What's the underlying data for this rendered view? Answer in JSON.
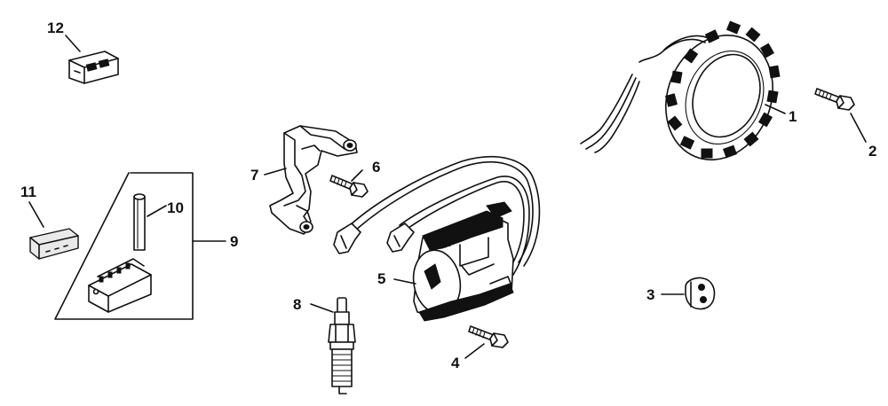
{
  "callouts": {
    "c1": "1",
    "c2": "2",
    "c3": "3",
    "c4": "4",
    "c5": "5",
    "c6": "6",
    "c7": "7",
    "c8": "8",
    "c9": "9",
    "c10": "10",
    "c11": "11",
    "c12": "12"
  },
  "colors": {
    "ink": "#111111",
    "paper": "#ffffff"
  }
}
